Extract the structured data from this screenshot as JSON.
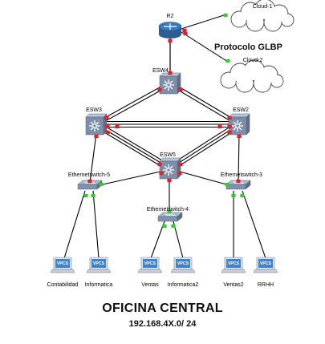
{
  "labels": {
    "r2": "R2",
    "cloud1": "Cloud-1",
    "cloud2": "Cloud-2",
    "esw4": "ESW4",
    "esw3": "ESW3",
    "esw2": "ESW2",
    "esw5": "ESW5",
    "eth5": "Ethernetswitch-5",
    "eth3": "Ethernetswitch-3",
    "eth4": "Ethernetswitch-4",
    "vpcs": "VPCS",
    "pc_contabilidad": "Contabilidad",
    "pc_informatica": "Informatica",
    "pc_ventas": "Ventas",
    "pc_informatica2": "Informatica2",
    "pc_ventas2": "Ventas2",
    "pc_rrhh": "RRHH"
  },
  "protocol": "Protocolo GLBP",
  "title": "OFICINA CENTRAL",
  "network": "192.168.4X.0/ 24",
  "colors": {
    "router": "#3a7ab8",
    "multilayer_switch": "#7d8fa8",
    "switch": "#7e92ad",
    "port_down": "#e0202a",
    "port_up": "#38c838",
    "cable": "#000000"
  }
}
